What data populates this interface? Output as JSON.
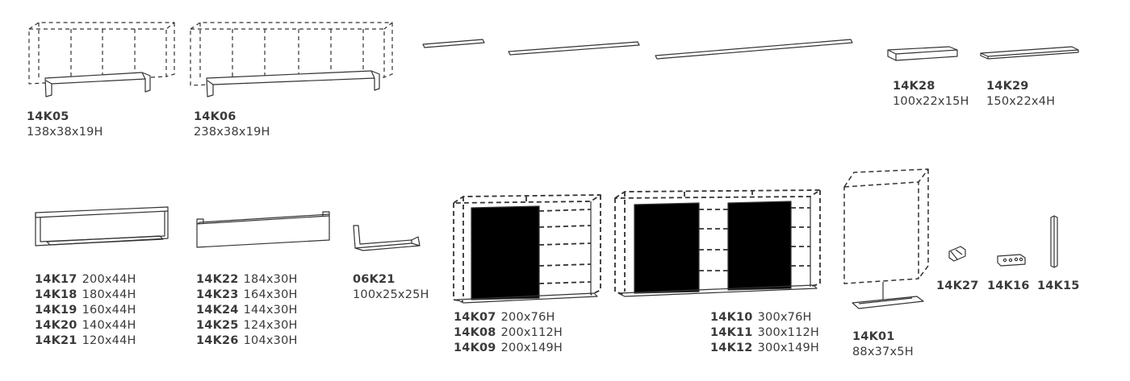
{
  "labels": {
    "k05": {
      "code": "14K05",
      "dim": "138x38x19H"
    },
    "k06": {
      "code": "14K06",
      "dim": "238x38x19H"
    },
    "k28": {
      "code": "14K28",
      "dim": "100x22x15H"
    },
    "k29": {
      "code": "14K29",
      "dim": "150x22x4H"
    },
    "k17_group": [
      {
        "code": "14K17",
        "dim": "200x44H"
      },
      {
        "code": "14K18",
        "dim": "180x44H"
      },
      {
        "code": "14K19",
        "dim": "160x44H"
      },
      {
        "code": "14K20",
        "dim": "140x44H"
      },
      {
        "code": "14K21",
        "dim": "120x44H"
      }
    ],
    "k22_group": [
      {
        "code": "14K22",
        "dim": "184x30H"
      },
      {
        "code": "14K23",
        "dim": "164x30H"
      },
      {
        "code": "14K24",
        "dim": "144x30H"
      },
      {
        "code": "14K25",
        "dim": "124x30H"
      },
      {
        "code": "14K26",
        "dim": "104x30H"
      }
    ],
    "k0621": {
      "code": "06K21",
      "dim": "100x25x25H"
    },
    "k07_group": [
      {
        "code": "14K07",
        "dim": "200x76H"
      },
      {
        "code": "14K08",
        "dim": "200x112H"
      },
      {
        "code": "14K09",
        "dim": "200x149H"
      }
    ],
    "k10_group": [
      {
        "code": "14K10",
        "dim": "300x76H"
      },
      {
        "code": "14K11",
        "dim": "300x112H"
      },
      {
        "code": "14K12",
        "dim": "300x149H"
      }
    ],
    "k01": {
      "code": "14K01",
      "dim": "88x37x5H"
    },
    "k27": {
      "code": "14K27"
    },
    "k16": {
      "code": "14K16"
    },
    "k15": {
      "code": "14K15"
    }
  },
  "colors": {
    "line": "#333333",
    "fill": "#000000",
    "text": "#3a3a3a"
  }
}
